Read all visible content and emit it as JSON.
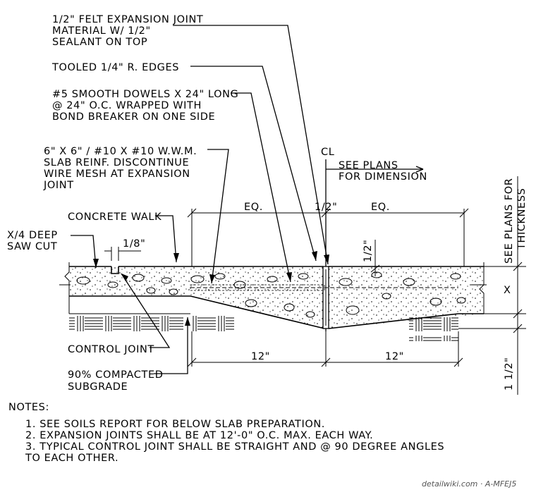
{
  "callouts": {
    "felt_joint": [
      "1/2\" FELT EXPANSION JOINT",
      "MATERIAL W/ 1/2\"",
      "SEALANT ON TOP"
    ],
    "tooled_edges": "TOOLED 1/4\" R. EDGES",
    "dowels": [
      "#5 SMOOTH DOWELS X 24\" LONG",
      "@ 24\" O.C. WRAPPED WITH",
      "BOND BREAKER ON ONE SIDE"
    ],
    "wwm": [
      "6\" X 6\" / #10 X #10 W.W.M.",
      "SLAB REINF. DISCONTINUE",
      "WIRE MESH AT EXPANSION",
      "JOINT"
    ],
    "centerline": "CL",
    "see_plans_dim": [
      "SEE PLANS",
      "FOR DIMENSION"
    ],
    "see_plans_thickness": [
      "SEE PLANS FOR",
      "THICKNESS"
    ],
    "concrete_walk": "CONCRETE WALK",
    "saw_cut": [
      "X/4 DEEP",
      "SAW CUT"
    ],
    "eighth": "1/8\"",
    "control_joint": "CONTROL JOINT",
    "subgrade": [
      "90% COMPACTED",
      "SUBGRADE"
    ]
  },
  "dimensions": {
    "eq_left": "EQ.",
    "eq_right": "EQ.",
    "half_top": "1/2\"",
    "half_side": "1/2\"",
    "twelve_left": "12\"",
    "twelve_right": "12\"",
    "x_label": "X",
    "one_half": "1 1/2\""
  },
  "notes": {
    "heading": "NOTES:",
    "items": [
      "1. SEE SOILS REPORT FOR BELOW SLAB PREPARATION.",
      "2. EXPANSION JOINTS SHALL BE AT 12'-0\" O.C. MAX. EACH WAY.",
      "3. TYPICAL CONTROL JOINT SHALL BE STRAIGHT AND @ 90 DEGREE ANGLES",
      "TO EACH OTHER."
    ]
  },
  "watermark": "detailwiki.com · A-MFEJ5"
}
